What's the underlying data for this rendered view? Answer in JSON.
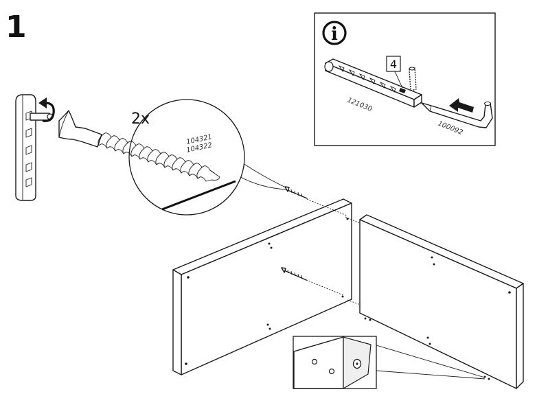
{
  "step_number": "1",
  "info_symbol": "i",
  "quantity_label": "2x",
  "screw_part_numbers": [
    "104321",
    "104322"
  ],
  "cam_lock_part_number": "121030",
  "allen_key_part_number": "100092",
  "hole_position_number": "4"
}
